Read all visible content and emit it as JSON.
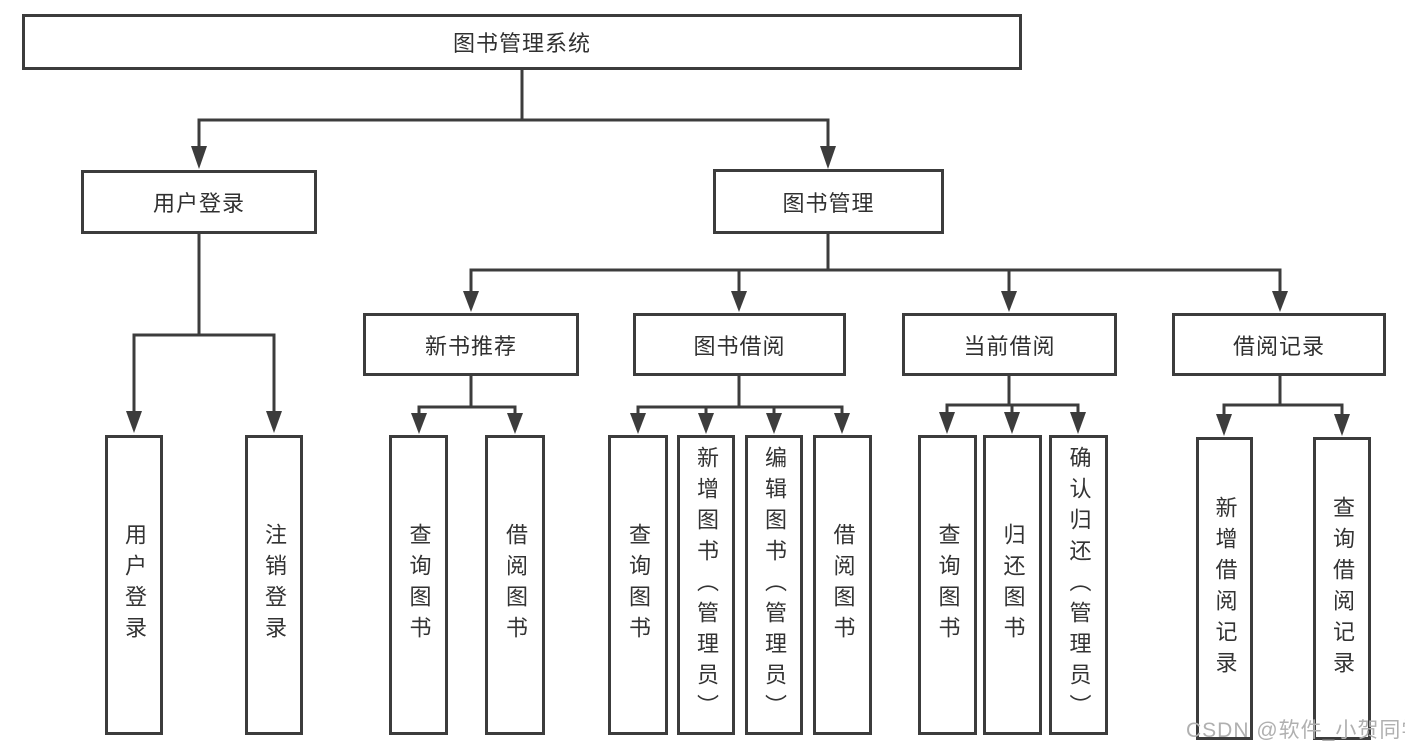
{
  "tree": {
    "root": {
      "label": "图书管理系统"
    },
    "branches": [
      {
        "label": "用户登录",
        "children": [
          {
            "label": "用户登录"
          },
          {
            "label": "注销登录"
          }
        ]
      },
      {
        "label": "图书管理",
        "children": [
          {
            "label": "新书推荐",
            "children": [
              {
                "label": "查询图书"
              },
              {
                "label": "借阅图书"
              }
            ]
          },
          {
            "label": "图书借阅",
            "children": [
              {
                "label": "查询图书"
              },
              {
                "label": "新增图书（管理员）"
              },
              {
                "label": "编辑图书（管理员）"
              },
              {
                "label": "借阅图书"
              }
            ]
          },
          {
            "label": "当前借阅",
            "children": [
              {
                "label": "查询图书"
              },
              {
                "label": "归还图书"
              },
              {
                "label": "确认归还（管理员）"
              }
            ]
          },
          {
            "label": "借阅记录",
            "children": [
              {
                "label": "新增借阅记录"
              },
              {
                "label": "查询借阅记录"
              }
            ]
          }
        ]
      }
    ]
  },
  "watermark": "CSDN @软件_小贺同学",
  "colors": {
    "line": "#3c3c3c",
    "text": "#303030",
    "watermark": "#b0b0b0",
    "node_background": "#ffffff"
  }
}
